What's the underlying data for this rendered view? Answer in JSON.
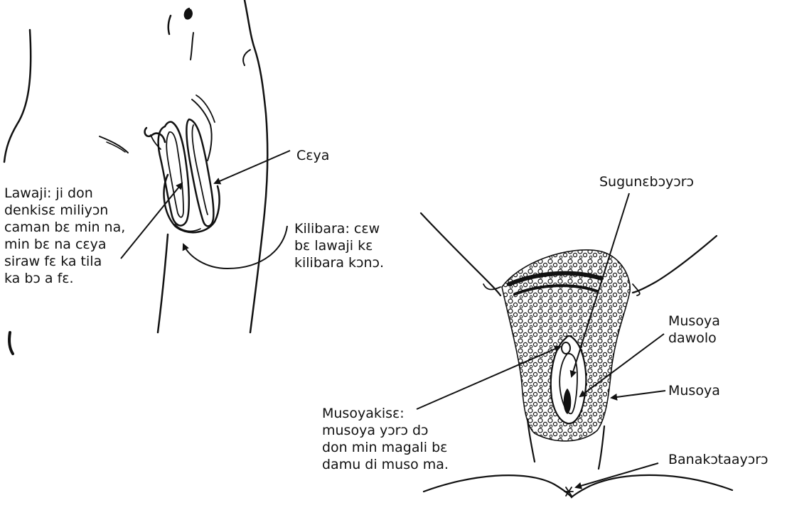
{
  "labels": {
    "scrotum": "Cɛya",
    "testicle": [
      "Lawaji: ji don",
      "denkisɛ miliyɔn",
      "caman bɛ min na,",
      "min bɛ na cɛya",
      "siraw fɛ ka tila",
      "ka bɔ a fɛ."
    ],
    "epididymis": [
      "Kilibara: cɛw",
      "bɛ lawaji kɛ",
      "kilibara kɔnɔ."
    ],
    "urethra": "Sugunɛbɔyɔrɔ",
    "vulva_mouth": [
      "Musoya",
      "dawolo"
    ],
    "vulva": "Musoya",
    "clitoris": [
      "Musoyakisɛ:",
      "musoya yɔrɔ dɔ",
      "don min magali bɛ",
      "damu di muso ma."
    ],
    "anus": "Banakɔtaayɔrɔ"
  }
}
